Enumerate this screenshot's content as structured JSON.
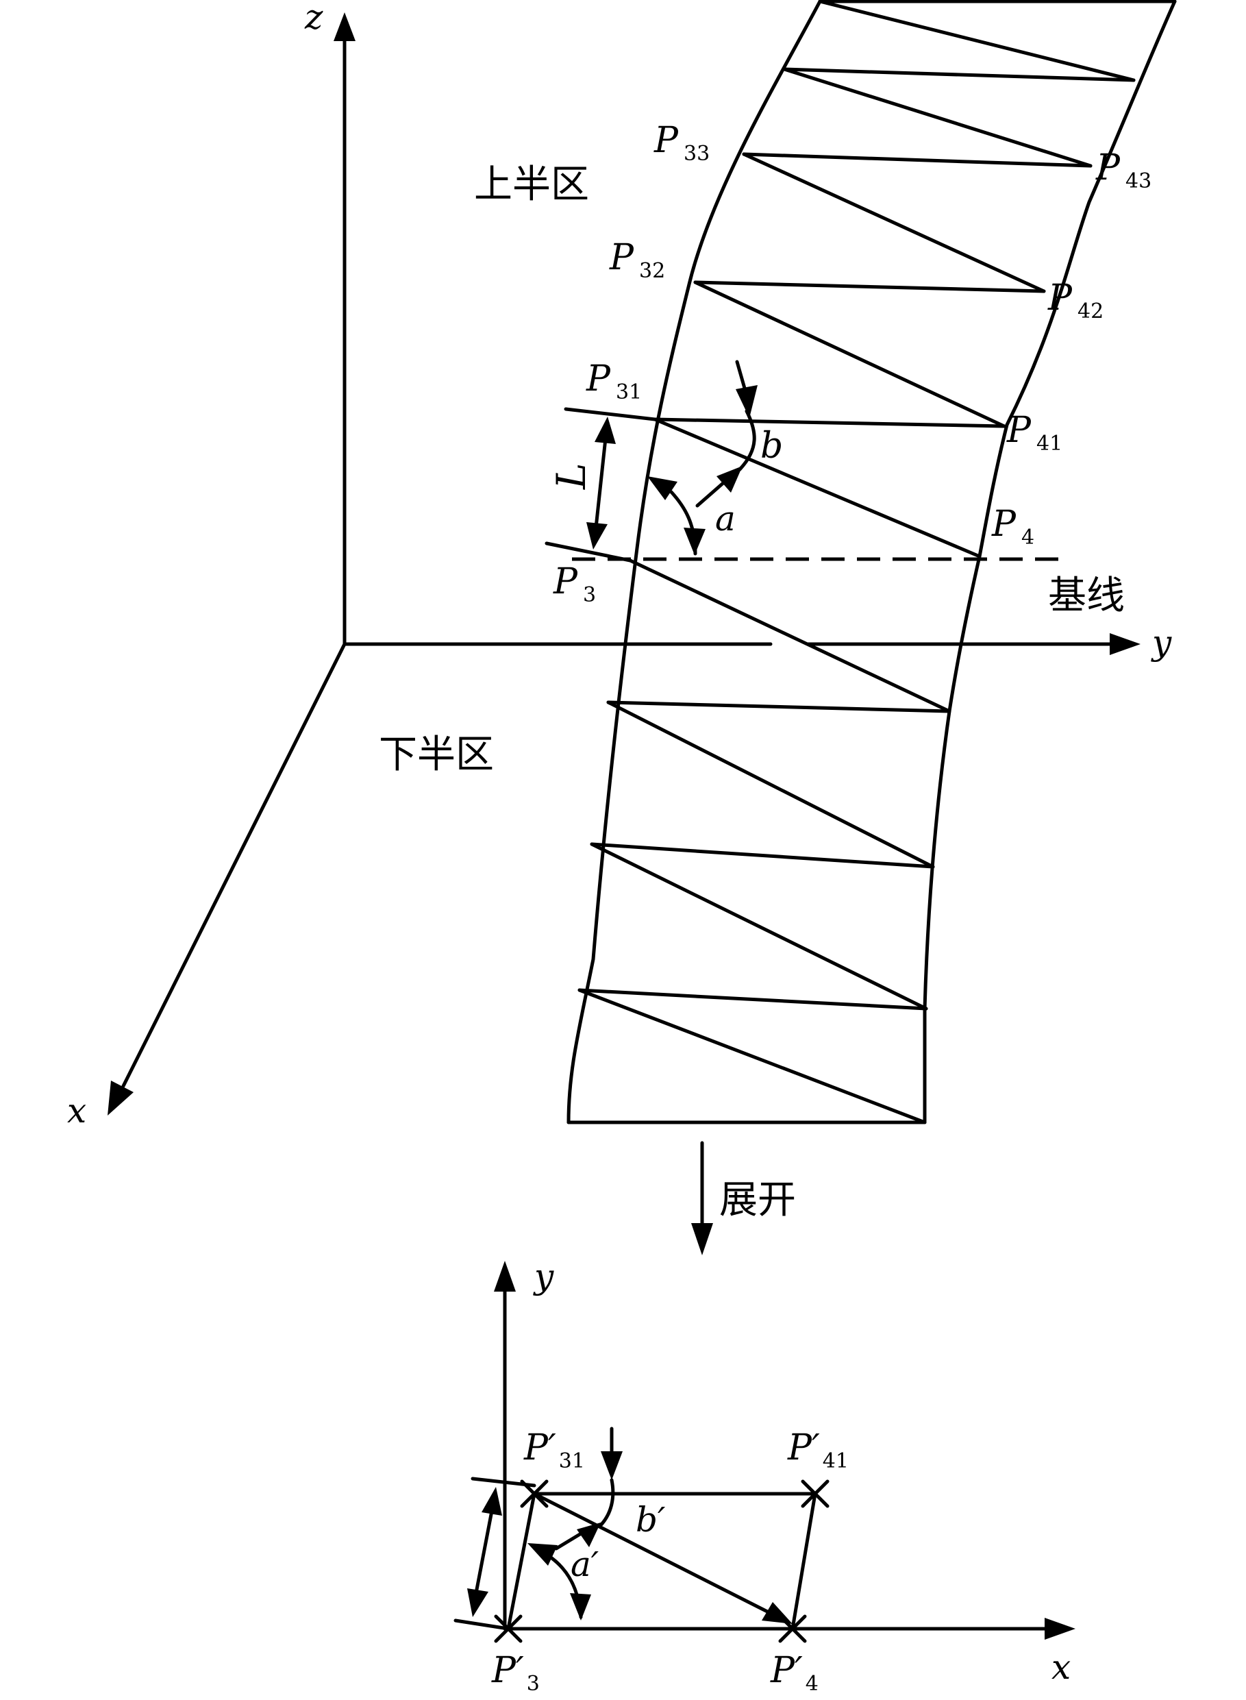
{
  "labels": {
    "axis_z": "z",
    "axis_y": "y",
    "axis_x": "x",
    "upper_zone": "上半区",
    "lower_zone": "下半区",
    "baseline": "基线",
    "unfold": "展开",
    "P": "P",
    "P_prime": "P′",
    "sub_33": "33",
    "sub_32": "32",
    "sub_31": "31",
    "sub_3": "3",
    "sub_43": "43",
    "sub_42": "42",
    "sub_41": "41",
    "sub_4": "4",
    "L": "L",
    "a": "a",
    "b": "b",
    "a_prime": "a′",
    "b_prime": "b′",
    "axis2_y": "y",
    "axis2_x": "x"
  }
}
